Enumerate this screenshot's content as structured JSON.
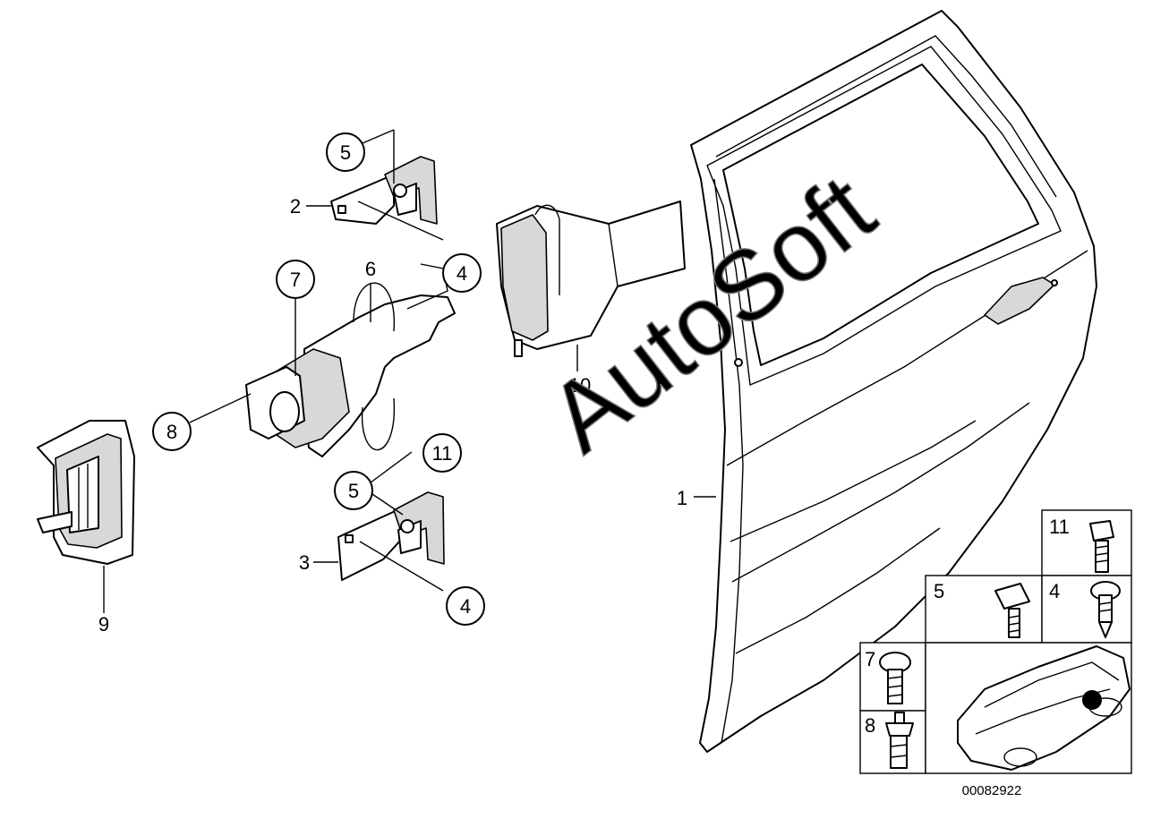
{
  "diagram": {
    "callouts": {
      "c1": "1",
      "c2": "2",
      "c3": "3",
      "c4a": "4",
      "c4b": "4",
      "c5a": "5",
      "c5b": "5",
      "c6": "6",
      "c7": "7",
      "c8": "8",
      "c9": "9",
      "c10": "10",
      "c11": "11"
    },
    "watermark": "AutoSoft",
    "fastener_grid": {
      "f11": "11",
      "f5": "5",
      "f4": "4",
      "f7": "7",
      "f8": "8"
    },
    "catalog_number": "00082922"
  }
}
